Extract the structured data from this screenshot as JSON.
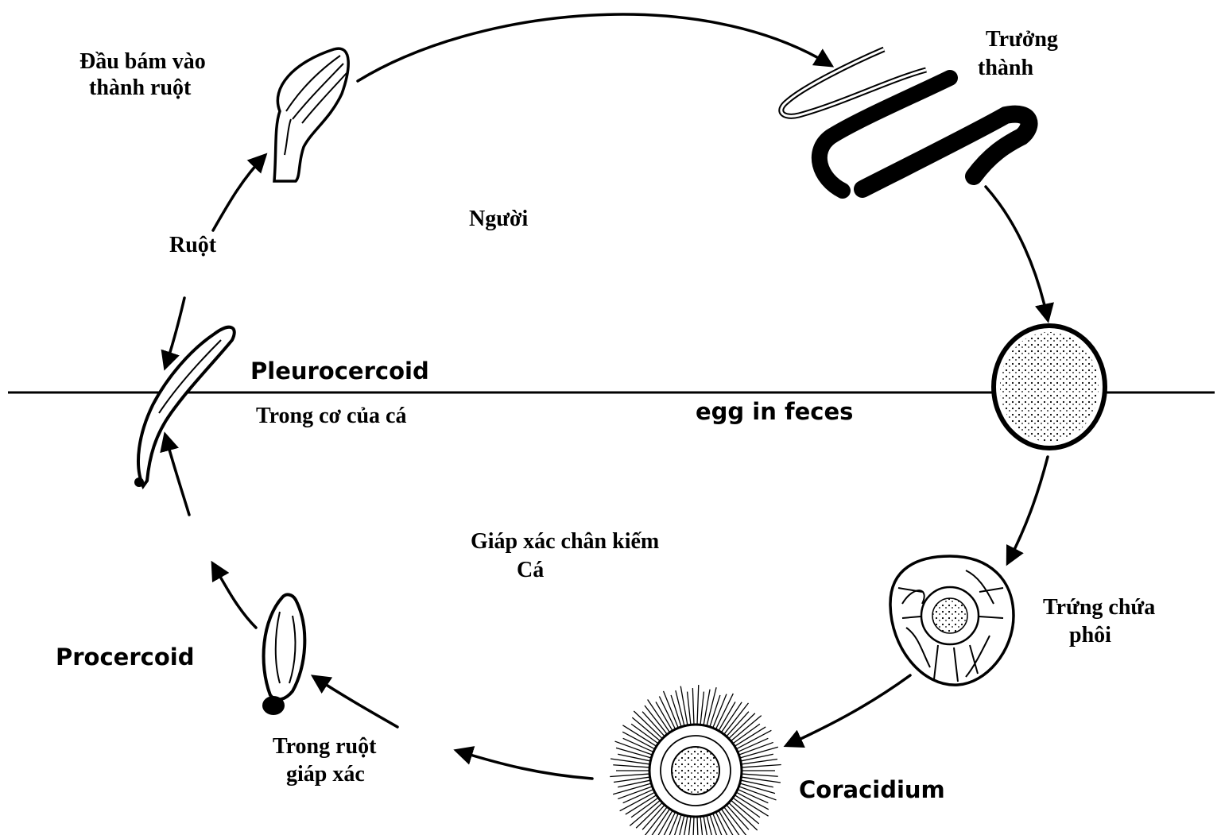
{
  "labels": {
    "head_attach_line1": "Đầu bám vào",
    "head_attach_line2": "thành ruột",
    "adult_line1": "Trưởng",
    "adult_line2": "thành",
    "human": "Người",
    "intestine": "Ruột",
    "pleurocercoid": "Pleurocercoid",
    "in_fish_muscle": "Trong cơ của cá",
    "egg_in_feces": "egg in feces",
    "copepod": "Giáp xác chân kiếm",
    "fish": "Cá",
    "embryonated_egg_line1": "Trứng chứa",
    "embryonated_egg_line2": "phôi",
    "procercoid": "Procercoid",
    "in_copepod_gut_line1": "Trong ruột",
    "in_copepod_gut_line2": "giáp xác",
    "coracidium": "Coracidium"
  },
  "colors": {
    "ink": "#000000",
    "background": "#ffffff"
  }
}
